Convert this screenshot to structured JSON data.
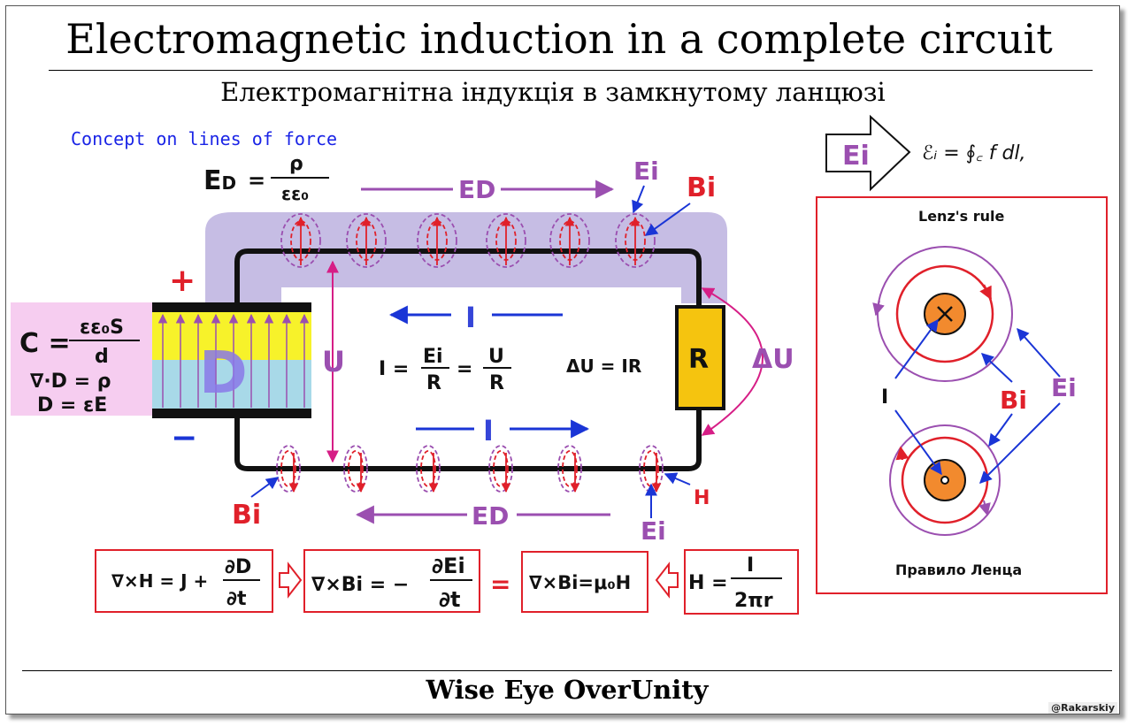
{
  "header": {
    "title": "Electromagnetic induction in a complete circuit",
    "subtitle": "Електромагнітна індукція в замкнутому ланцюзі",
    "concept": "Concept on lines of force"
  },
  "formulas": {
    "ed_lhs": "E",
    "ed_sub": "D",
    "ed_eq": "=",
    "ed_num": "ρ",
    "ed_den": "εε₀",
    "cap_c": "C =",
    "cap_num": "εε₀S",
    "cap_den": "d",
    "div_d": "∇·D = ρ",
    "d_eps": "D = εE",
    "ohm_i": "I =",
    "ohm_n1": "Ei",
    "ohm_d1": "R",
    "ohm_eq": "=",
    "ohm_n2": "U",
    "ohm_d2": "R",
    "du_ir": "ΔU = IR",
    "ei_integral": "ℰᵢ = ∮꜀ f dl,"
  },
  "circuit": {
    "plus": "+",
    "minus": "−",
    "capacitor": "D",
    "resistor": "R",
    "u_label": "U",
    "du_label": "ΔU",
    "current_top": "I",
    "current_bottom": "I",
    "ed_top": "ED",
    "ed_bottom": "ED",
    "ei_top": "Ei",
    "bi_top": "Bi",
    "bi_bottom": "Bi",
    "ei_bottom": "Ei",
    "h_label": "H",
    "ei_arrow": "Ei"
  },
  "equations": {
    "curl_h": "∇×H = J +",
    "curl_h_num": "∂D",
    "curl_h_den": "∂t",
    "curl_bi": "∇×Bi = −",
    "curl_bi_num": "∂Ei",
    "curl_bi_den": "∂t",
    "equals": "=",
    "curl_bi_mu": "∇×Bi=μ₀H",
    "h_eq": "H =",
    "h_num": "I",
    "h_den": "2πr"
  },
  "lenz": {
    "title_en": "Lenz's rule",
    "title_ua": "Правило Ленца",
    "i_label": "I",
    "bi_label": "Bi",
    "ei_label": "Ei"
  },
  "footer": {
    "brand": "Wise Eye OverUnity",
    "watermark": "@Rakarskiy"
  },
  "colors": {
    "purple": "#9b4fb0",
    "red": "#e0202a",
    "blue": "#1a35d6",
    "lavender": "#c6bde4",
    "resistor": "#f5c40f",
    "capacitor_top": "#f7f22a",
    "capacitor_bottom": "#a8d9e8",
    "pink_panel": "#f6cdf0",
    "orange": "#f28a2e"
  }
}
